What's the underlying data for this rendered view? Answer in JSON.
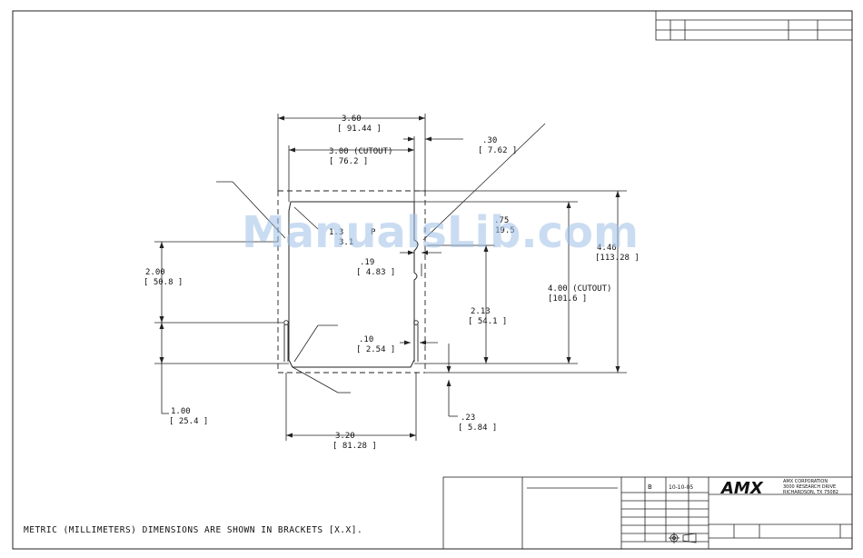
{
  "drawing": {
    "dimensions": {
      "overall_width": "3.60",
      "overall_width_mm": "[ 91.44 ]",
      "cutout_width": "3.00 (CUTOUT)",
      "cutout_width_mm": "[ 76.2 ]",
      "offset_top": ".30",
      "offset_top_mm": "[ 7.62 ]",
      "left_height": "2.00",
      "left_height_mm": "[ 50.8 ]",
      "notch_depth": ".19",
      "notch_depth_mm": "[ 4.83 ]",
      "notch_gap": ".10",
      "notch_gap_mm": "[ 2.54 ]",
      "right_height": "2.13",
      "right_height_mm": "[ 54.1 ]",
      "cutout_height": "4.00 (CUTOUT)",
      "cutout_height_mm": "[101.6 ]",
      "overall_height": "4.46",
      "overall_height_mm": "[113.28 ]",
      "bottom_left": "1.00",
      "bottom_left_mm": "[ 25.4 ]",
      "bottom_right": ".23",
      "bottom_right_mm": "[ 5.84 ]",
      "bottom_width": "3.20",
      "bottom_width_mm": "[ 81.28 ]",
      "corner_a": "1.3",
      "corner_a_mm": "3.1",
      "corner_b": ".75",
      "corner_b_mm": "19.5",
      "corner_suffix": "P"
    },
    "note": "METRIC (MILLIMETERS) DIMENSIONS ARE SHOWN IN BRACKETS [X.X].",
    "watermark": "ManualsLib.com",
    "title_block": {
      "rev": "B",
      "date": "10-10-05",
      "logo": "AMX",
      "company_line1": "AMX CORPORATION",
      "company_line2": "3000 RESEARCH DRIVE",
      "company_line3": "RICHARDSON, TX 75082"
    }
  }
}
